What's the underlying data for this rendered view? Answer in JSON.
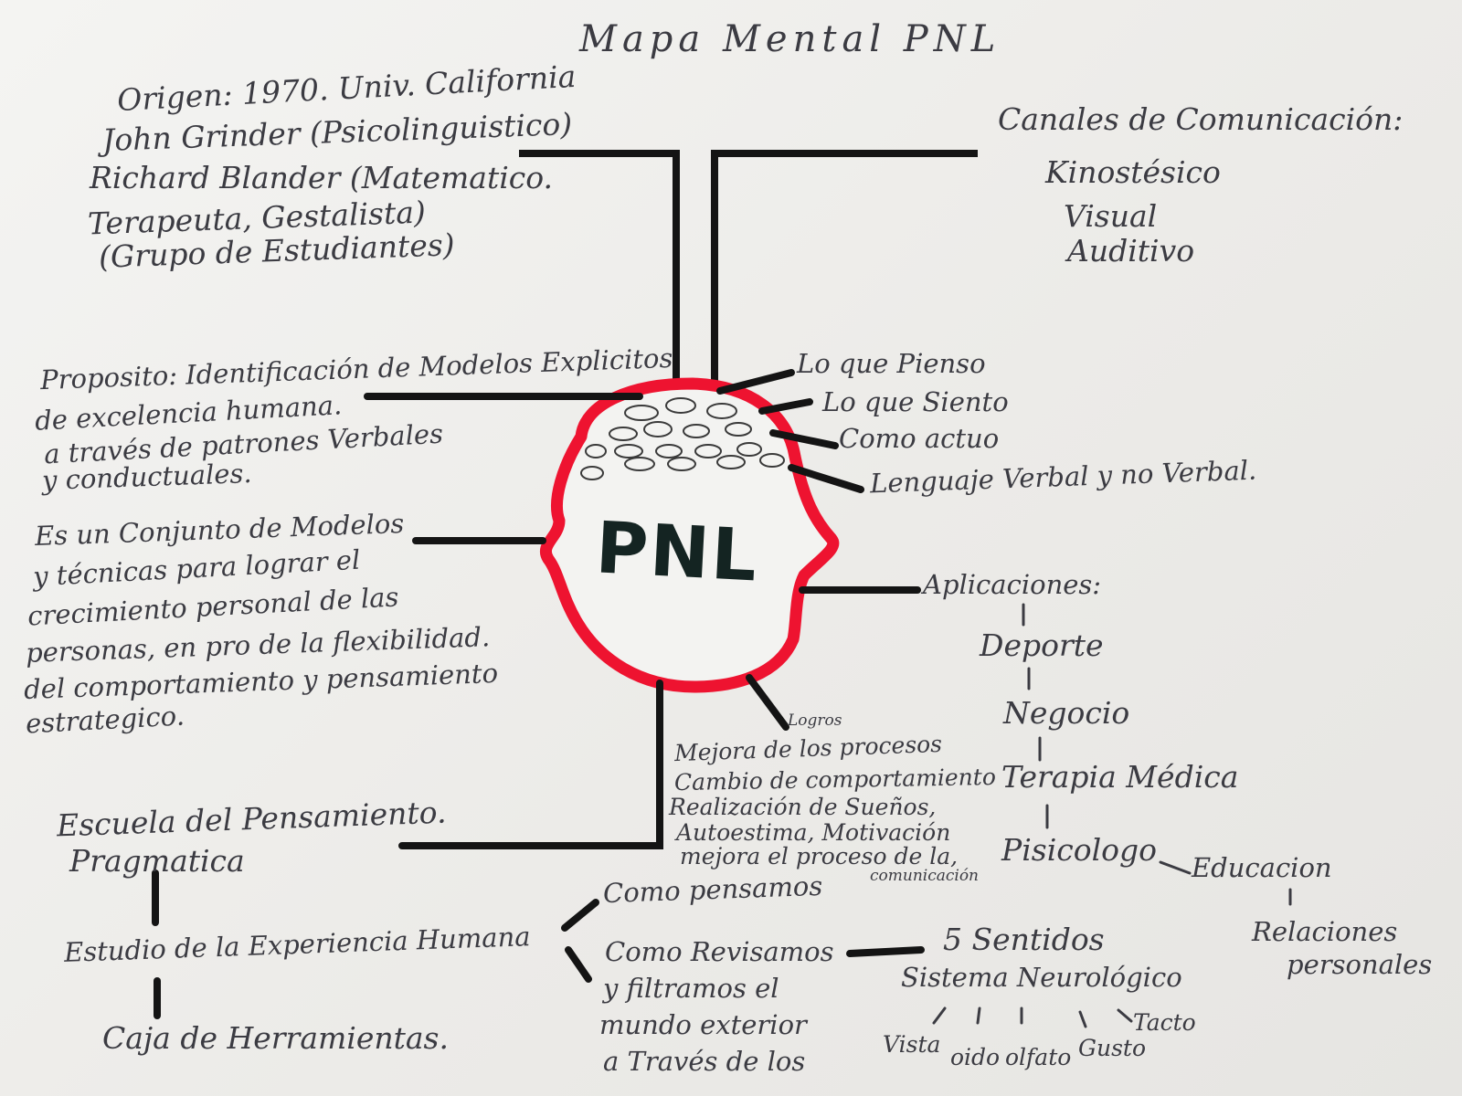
{
  "title": "Mapa Mental PNL",
  "center": "PNL",
  "origin": {
    "lines": [
      "Origen: 1970. Univ. California",
      "John Grinder (Psicolinguistico)",
      "Richard Blander (Matematico.",
      "Terapeuta, Gestalista)",
      "(Grupo de Estudiantes)"
    ]
  },
  "canales": {
    "heading": "Canales de Comunicación:",
    "items": [
      "Kinostésico",
      "Visual",
      "Auditivo"
    ]
  },
  "proposito": {
    "lines": [
      "Proposito: Identificación de Modelos Explicitos",
      "de excelencia humana.",
      "a través de patrones Verbales",
      "y conductuales."
    ]
  },
  "conjunto": {
    "lines": [
      "Es un Conjunto de Modelos",
      "y técnicas para lograr el",
      "crecimiento personal de las",
      "personas, en pro de la flexibilidad.",
      "del comportamiento y pensamiento",
      "estrategico."
    ]
  },
  "brain_items": [
    "Lo que Pienso",
    "Lo que Siento",
    "Como actuo",
    "Lenguaje Verbal y no Verbal."
  ],
  "aplicaciones": {
    "heading": "Aplicaciones:",
    "items": [
      "Deporte",
      "Negocio",
      "Terapia Médica",
      "Pisicologo",
      "Educacion",
      "Relaciones",
      "personales"
    ]
  },
  "logros": {
    "heading": "Logros",
    "lines": [
      "Mejora de los procesos",
      "Cambio de comportamiento",
      "Realización de Sueños,",
      "Autoestima, Motivación",
      "mejora el proceso de la,",
      "comunicación"
    ]
  },
  "escuela": {
    "lines": [
      "Escuela del Pensamiento.",
      "Pragmatica"
    ],
    "chain": [
      "Estudio de la Experiencia Humana",
      "Caja de Herramientas."
    ]
  },
  "como": {
    "pensamos": "Como pensamos",
    "revisamos": [
      "Como Revisamos",
      "y filtramos el",
      "mundo exterior",
      "a Través de los"
    ]
  },
  "sentidos": {
    "heading": "5 Sentidos",
    "sub": "Sistema Neurológico",
    "items": [
      "Vista",
      "oido",
      "olfato",
      "Gusto",
      "Tacto"
    ]
  },
  "colors": {
    "ink": "#3b3b42",
    "stroke": "#141414",
    "head_outline": "#ee1330",
    "paper": "#f0f0ee"
  }
}
